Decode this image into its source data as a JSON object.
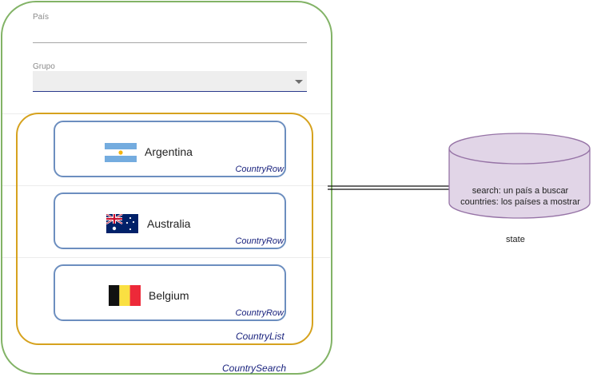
{
  "form": {
    "country_label": "País",
    "group_label": "Grupo"
  },
  "containers": {
    "country_search": "CountrySearch",
    "country_list": "CountryList"
  },
  "country_rows": [
    {
      "name": "Argentina",
      "tag": "CountryRow",
      "flag": "argentina-flag-icon"
    },
    {
      "name": "Australia",
      "tag": "CountryRow",
      "flag": "australia-flag-icon"
    },
    {
      "name": "Belgium",
      "tag": "CountryRow",
      "flag": "belgium-flag-icon"
    }
  ],
  "state": {
    "line1": "search: un país a buscar",
    "line2": "countries: los países a mostrar",
    "caption": "state"
  },
  "colors": {
    "country_search_border": "#82b366",
    "country_list_border": "#d6a21e",
    "country_row_border": "#6c8ebf",
    "state_fill": "#e1d5e7",
    "state_border": "#9673a6"
  }
}
